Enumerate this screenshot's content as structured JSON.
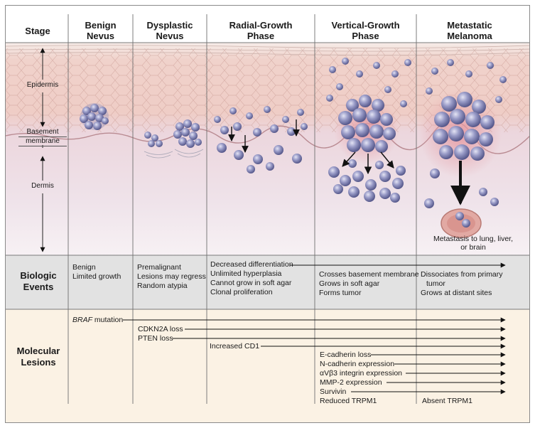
{
  "header": {
    "stage": "Stage",
    "columns": [
      {
        "line1": "Benign",
        "line2": "Nevus"
      },
      {
        "line1": "Dysplastic",
        "line2": "Nevus"
      },
      {
        "line1": "Radial-Growth",
        "line2": "Phase"
      },
      {
        "line1": "Vertical-Growth",
        "line2": "Phase"
      },
      {
        "line1": "Metastatic",
        "line2": "Melanoma"
      }
    ]
  },
  "skin_labels": {
    "epidermis": "Epidermis",
    "basement_line1": "Basement",
    "basement_line2": "membrane",
    "dermis": "Dermis",
    "metastasis_line1": "Metastasis to lung, liver,",
    "metastasis_line2": "or brain"
  },
  "biologic": {
    "title_line1": "Biologic",
    "title_line2": "Events",
    "benign": [
      "Benign",
      "Limited growth"
    ],
    "dysplastic": [
      "Premalignant",
      "Lesions may regress",
      "Random atypia"
    ],
    "radial": [
      "Decreased differentiation",
      "Unlimited  hyperplasia",
      "Cannot grow in soft agar",
      "Clonal proliferation"
    ],
    "vertical": [
      "Crosses basement membrane",
      "Grows in soft agar",
      "Forms tumor"
    ],
    "metastatic": [
      "Dissociates from primary",
      "tumor",
      "Grows at distant sites"
    ]
  },
  "molecular": {
    "title_line1": "Molecular",
    "title_line2": "Lesions",
    "braf_italic": "BRAF",
    "braf_rest": " mutation",
    "items": [
      "CDKN2A loss",
      "PTEN loss",
      "Increased CD1",
      "E-cadherin loss",
      "N-cadherin expression",
      "αVβ3 integrin expression",
      "MMP-2 expression",
      "Survivin"
    ],
    "reduced_trpm1": "Reduced TRPM1",
    "absent_trpm1": "Absent TRPM1"
  },
  "colors": {
    "header_bg": "#ffffff",
    "biologic_bg": "#e2e2e2",
    "molecular_bg": "#fbf2e4",
    "epidermis": "#f2cfc8",
    "dermis": "#eedde6",
    "cell": "#7d7fae"
  }
}
